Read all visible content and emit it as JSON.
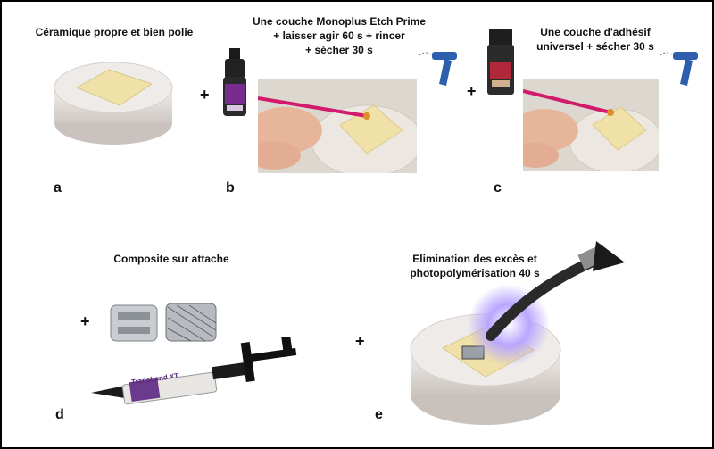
{
  "steps": {
    "a": {
      "letter": "a",
      "caption": "Céramique propre et bien polie"
    },
    "b": {
      "letter": "b",
      "caption": "Une couche Monoplus Etch Prime\n+ laisser agir 60 s + rincer\n+ sécher 30 s"
    },
    "c": {
      "letter": "c",
      "caption": "Une couche d'adhésif\nuniversel + sécher 30 s"
    },
    "d": {
      "letter": "d",
      "caption": "Composite sur attache",
      "syringe_label": "Transbond XT"
    },
    "e": {
      "letter": "e",
      "caption": "Elimination des excès et\nphotopolymérisation 40 s"
    }
  },
  "plus_sign": "+",
  "colors": {
    "accent_pink": "#d11a6b",
    "ceramic_yellow": "#efe1a8",
    "foam_white": "#eae6e3",
    "air_syringe_blue": "#2d5fae",
    "cure_light": "#8b6cff"
  }
}
